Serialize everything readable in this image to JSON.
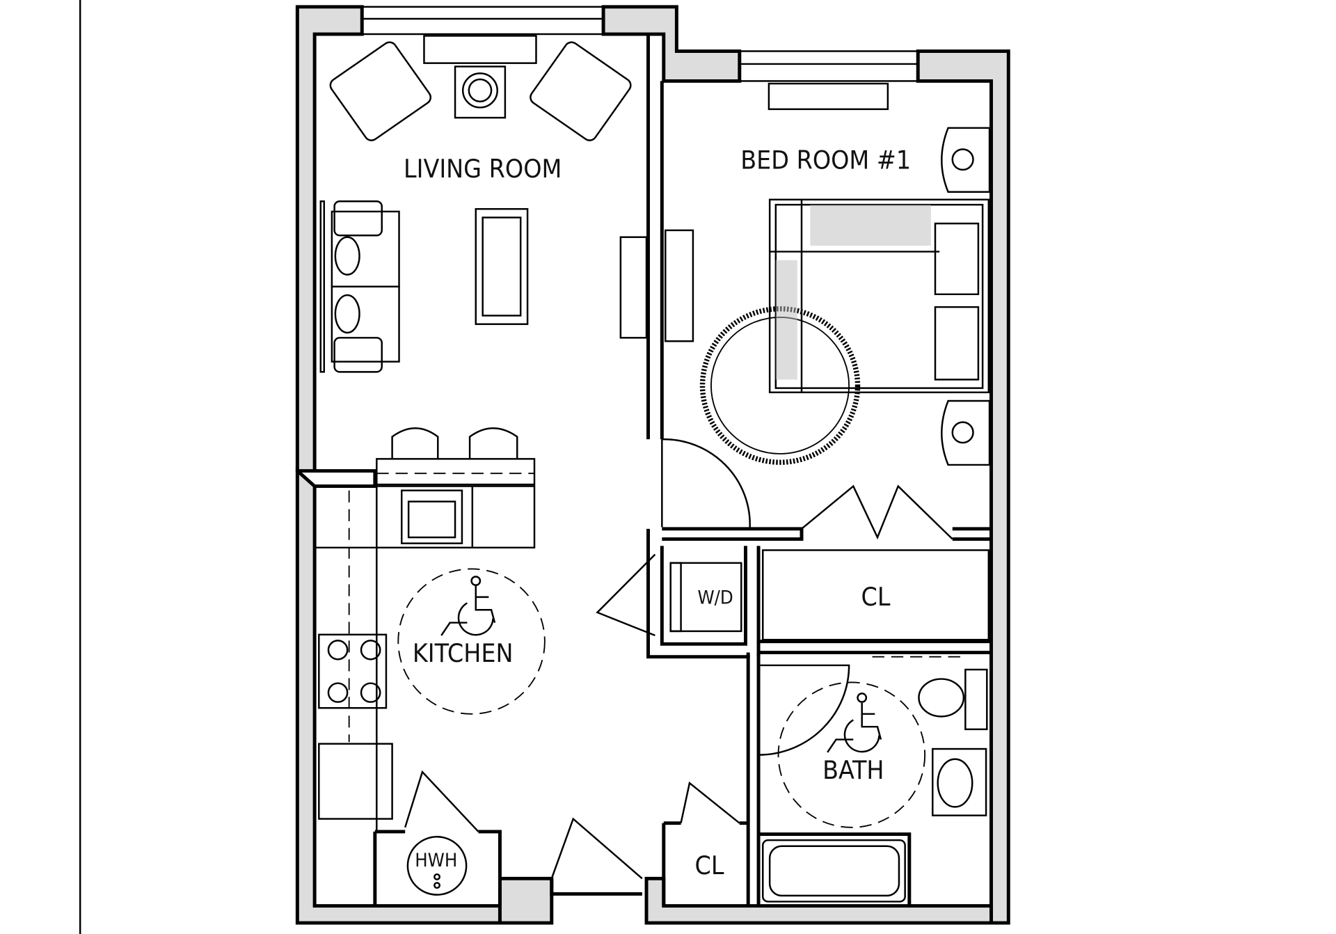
{
  "rooms": {
    "living": "LIVING ROOM",
    "bedroom": "BED ROOM #1",
    "kitchen": "KITCHEN",
    "wd": "W/D",
    "closet_bedroom": "CL",
    "bath": "BATH",
    "hwh": "HWH",
    "closet_entry": "CL"
  },
  "colors": {
    "wall_fill": "#dddddd",
    "line": "#000000"
  },
  "icons": [
    "wheelchair-accessibility-icon"
  ]
}
